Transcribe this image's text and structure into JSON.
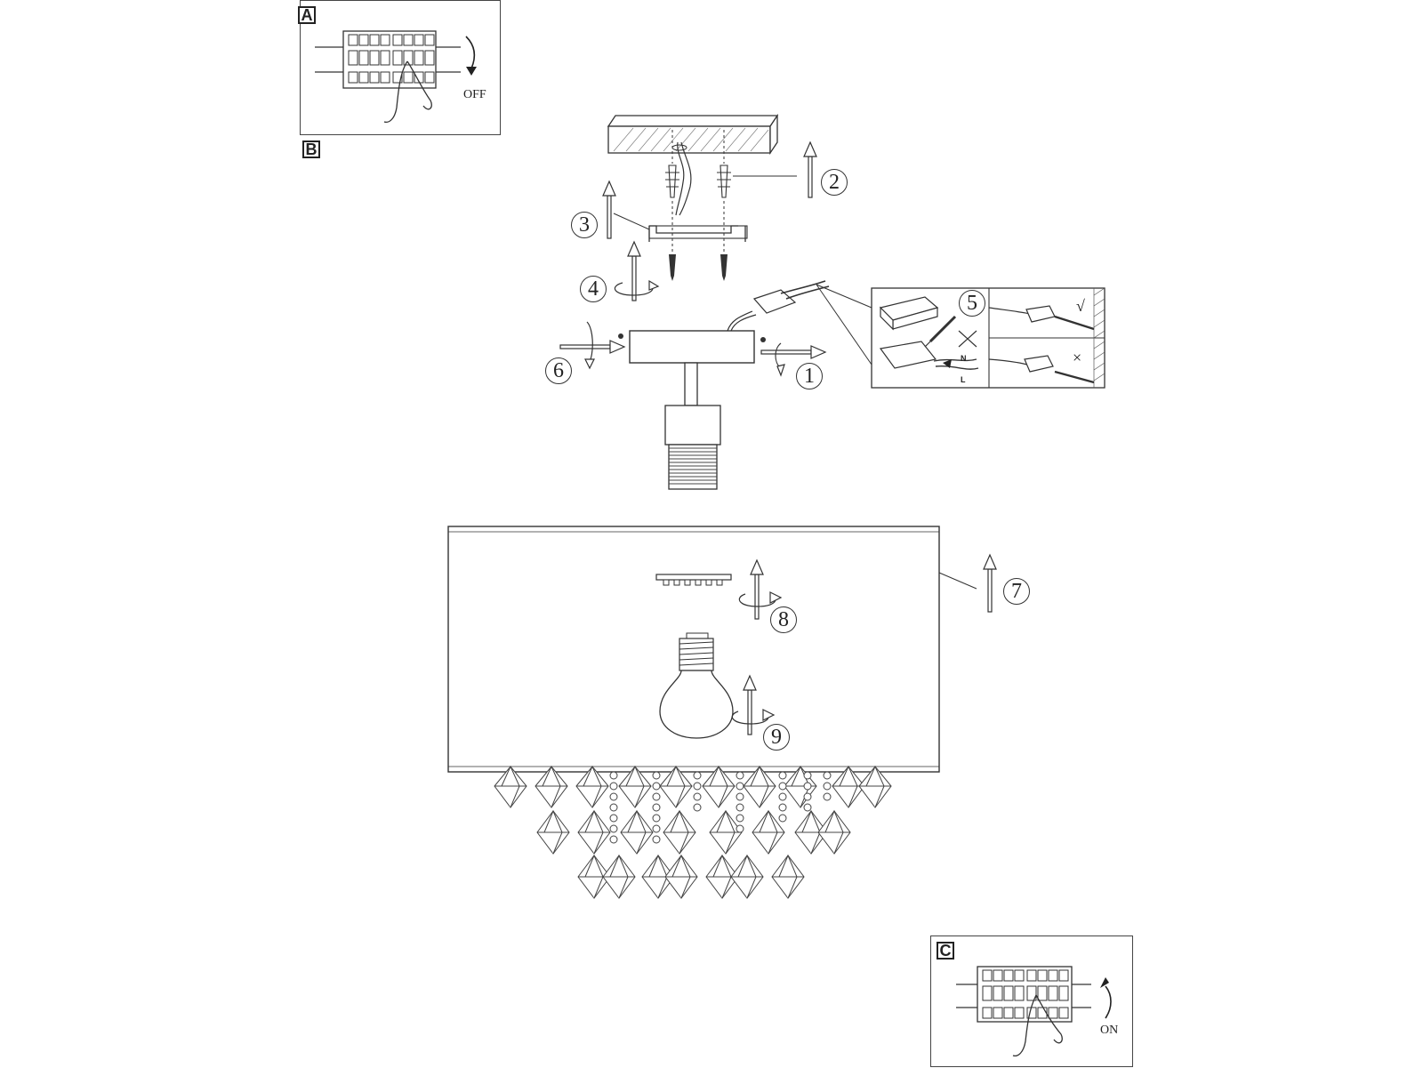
{
  "panels": {
    "a": {
      "tag": "A",
      "switch_label": "OFF"
    },
    "b": {
      "tag": "B"
    },
    "c": {
      "tag": "C",
      "switch_label": "ON"
    }
  },
  "steps": [
    "1",
    "2",
    "3",
    "4",
    "5",
    "6",
    "7",
    "8",
    "9"
  ],
  "wiring_detail": {
    "neutral_label": "N",
    "live_label": "L",
    "correct_mark": "√",
    "wrong_mark": "×"
  }
}
